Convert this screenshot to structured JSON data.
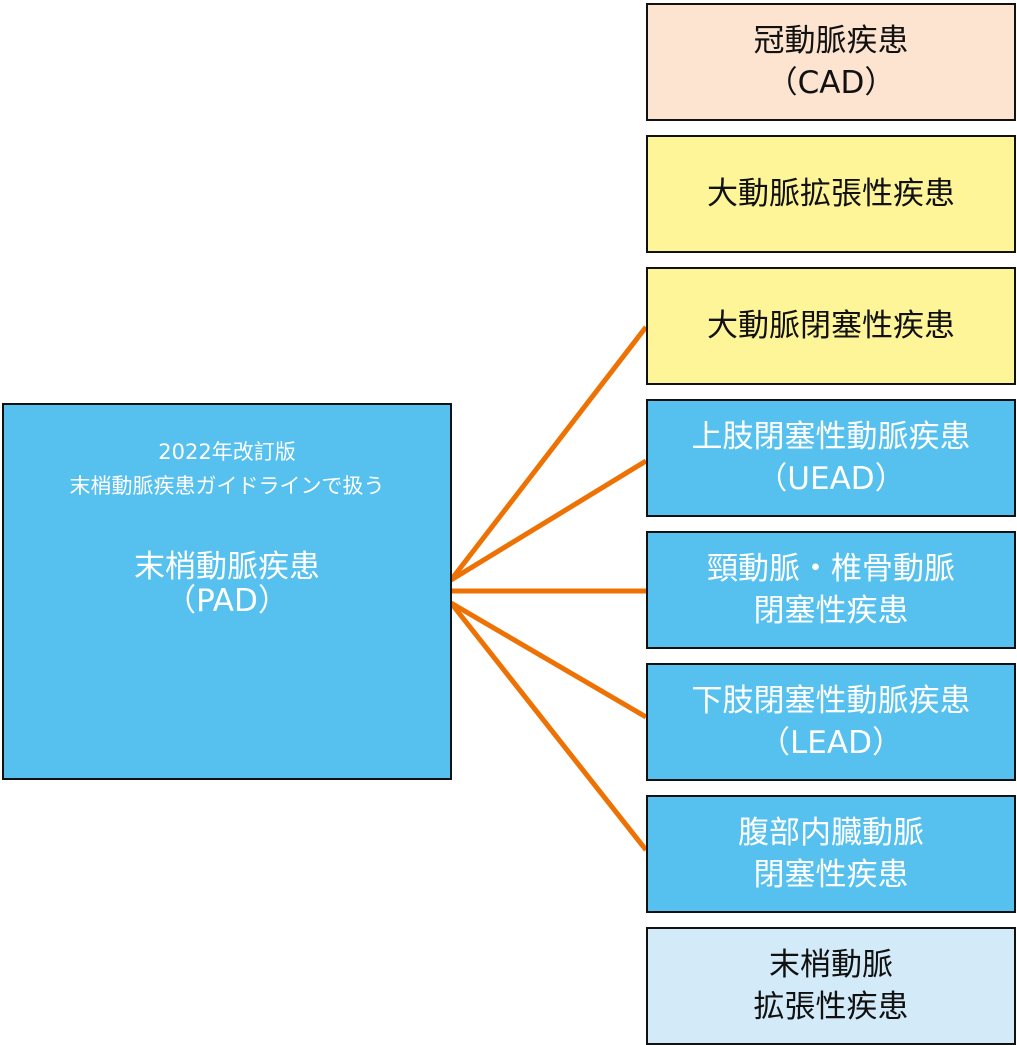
{
  "colors": {
    "connector": "#ee7203",
    "border": "#111111",
    "main_fill": "#56c1ef",
    "main_text": "#ffffff"
  },
  "main": {
    "subtitle_lines": [
      "2022年改訂版",
      "末梢動脈疾患ガイドラインで扱う"
    ],
    "title_lines": [
      "末梢動脈疾患",
      "（PAD）"
    ]
  },
  "nodes": [
    {
      "lines": [
        "冠動脈疾患",
        "（CAD）"
      ],
      "fill": "#fde4d0",
      "text_color": "#111111",
      "connected": false
    },
    {
      "lines": [
        "大動脈拡張性疾患"
      ],
      "fill": "#fef598",
      "text_color": "#111111",
      "connected": false
    },
    {
      "lines": [
        "大動脈閉塞性疾患"
      ],
      "fill": "#fef598",
      "text_color": "#111111",
      "connected": true
    },
    {
      "lines": [
        "上肢閉塞性動脈疾患",
        "（UEAD）"
      ],
      "fill": "#56c1ef",
      "text_color": "#ffffff",
      "connected": true
    },
    {
      "lines": [
        "頸動脈・椎骨動脈",
        "閉塞性疾患"
      ],
      "fill": "#56c1ef",
      "text_color": "#ffffff",
      "connected": true
    },
    {
      "lines": [
        "下肢閉塞性動脈疾患",
        "（LEAD）"
      ],
      "fill": "#56c1ef",
      "text_color": "#ffffff",
      "connected": true
    },
    {
      "lines": [
        "腹部内臓動脈",
        "閉塞性疾患"
      ],
      "fill": "#56c1ef",
      "text_color": "#ffffff",
      "connected": true
    },
    {
      "lines": [
        "末梢動脈",
        "拡張性疾患"
      ],
      "fill": "#d3eaf8",
      "text_color": "#111111",
      "connected": false
    }
  ]
}
